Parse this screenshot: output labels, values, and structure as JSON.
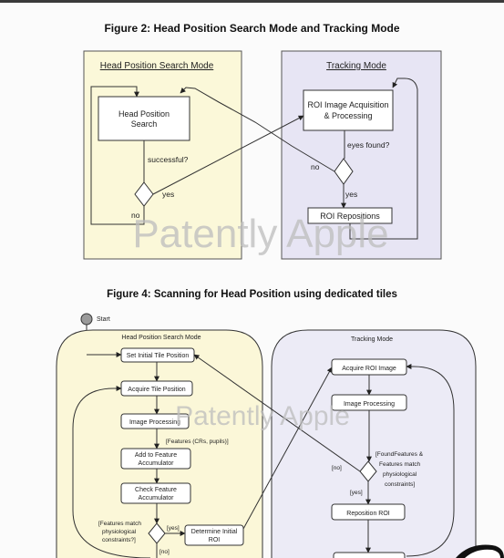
{
  "fig2": {
    "title": "Figure 2: Head Position Search Mode and Tracking Mode",
    "panel_left_label": "Head Position Search Mode",
    "panel_right_label": "Tracking Mode",
    "search_box_line1": "Head Position",
    "search_box_line2": "Search",
    "successful_q": "successful?",
    "yes_left": "yes",
    "no_left": "no",
    "roi_box_line1": "ROI Image Acquisition",
    "roi_box_line2": "& Processing",
    "eyes_found_q": "eyes found?",
    "no_right": "no",
    "yes_right": "yes",
    "roi_repositions": "ROI Repositions",
    "watermark": "Patently Apple"
  },
  "fig4": {
    "title": "Figure 4: Scanning for Head Position using dedicated tiles",
    "start_label": "Start",
    "panel_left_label": "Head Position Search Mode",
    "panel_right_label": "Tracking Mode",
    "set_initial": "Set Initial Tile Position",
    "acquire_tile": "Acquire Tile Position",
    "image_processing_left": "Image Processing",
    "features_label": "[Features (CRs, pupils)]",
    "add_feature_line1": "Add to Feature",
    "add_feature_line2": "Accumulator",
    "check_feature_line1": "Check Feature",
    "check_feature_line2": "Accumulator",
    "features_match_line1": "[Features match",
    "features_match_line2": "physiological",
    "features_match_line3": "constraints?]",
    "yes_left": "[yes]",
    "no_left": "[no]",
    "determine_line1": "Determine Initial",
    "determine_line2": "ROI",
    "acquire_roi": "Acquire ROI Image",
    "image_processing_right": "Image Processing",
    "found_line1": "[FoundFeatures &",
    "found_line2": "Features match",
    "found_line3": "physiological",
    "found_line4": "constraints]",
    "no_right": "[no]",
    "yes_right": "[yes]",
    "reposition_roi": "Reposition ROI",
    "watermark": "Patently Apple"
  },
  "colors": {
    "left_panel_fill": "#fbf8d9",
    "right_panel_fill": "#e7e5f4",
    "fig4_left_fill": "#fbf7d8",
    "fig4_right_fill": "#ecebf6",
    "watermark": "#bdbdbd"
  }
}
